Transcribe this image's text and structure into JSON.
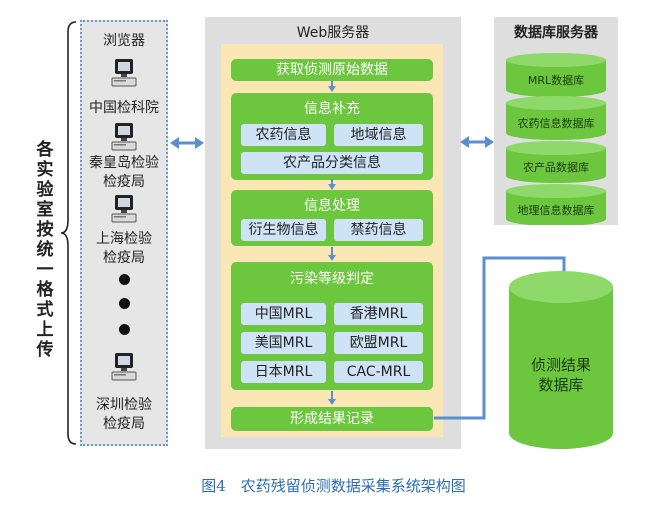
{
  "left_label": "各实验室按统一格式上传",
  "browser": {
    "title": "浏览器",
    "clients": [
      {
        "line1": "中国检科院",
        "line2": ""
      },
      {
        "line1": "秦皇岛检验",
        "line2": "检疫局"
      },
      {
        "line1": "上海检验",
        "line2": "检疫局"
      },
      {
        "line1": "深圳检验",
        "line2": "检疫局"
      }
    ]
  },
  "web_server": {
    "title": "Web服务器",
    "step_fetch": "获取侦测原始数据",
    "info_supplement": {
      "title": "信息补充",
      "items": [
        "农药信息",
        "地域信息",
        "农产品分类信息"
      ]
    },
    "info_process": {
      "title": "信息处理",
      "items": [
        "衍生物信息",
        "禁药信息"
      ]
    },
    "pollution_grade": {
      "title": "污染等级判定",
      "items": [
        "中国MRL",
        "香港MRL",
        "美国MRL",
        "欧盟MRL",
        "日本MRL",
        "CAC-MRL"
      ]
    },
    "step_record": "形成结果记录"
  },
  "db_server": {
    "title": "数据库服务器",
    "databases": [
      "MRL数据库",
      "农药信息数据库",
      "农产品数据库",
      "地理信息数据库"
    ]
  },
  "result_db": {
    "line1": "侦测结果",
    "line2": "数据库"
  },
  "caption": "图4　农药残留侦测数据采集系统架构图",
  "colors": {
    "green": "#6cc73f",
    "light_blue": "#cfe3f7",
    "arrow_blue": "#5b8fd0",
    "inner_bg": "#fbe6b6",
    "panel_gray": "#dedede",
    "caption_blue": "#2b6db8"
  }
}
